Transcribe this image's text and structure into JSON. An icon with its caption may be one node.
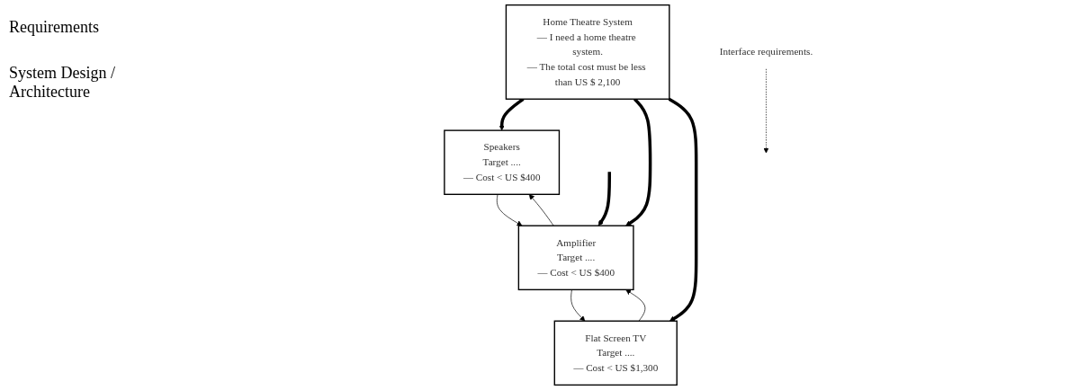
{
  "diagram": {
    "nodes": [
      {
        "text": [
          "Home Theatre System",
          "— I need a home theatre system.",
          "— The total cost must be less than US $ 2,100"
        ]
      },
      {
        "text": [
          "Speakers",
          "Target ....",
          "— Cost < US $400"
        ]
      },
      {
        "text": [
          "Amplifier",
          "Target ....",
          "— Cost < US $400"
        ]
      },
      {
        "text": [
          "Flat Screen TV",
          "Target ....",
          "— Cost < US $1,300"
        ]
      },
      {
        "text": [
          "Interface requirements."
        ]
      }
    ],
    "edges": [
      {
        "from": 0,
        "to": 1,
        "arrow": "to",
        "style": "thick"
      },
      {
        "from": 0,
        "to": 2,
        "arrow": "to",
        "style": "thick"
      },
      {
        "from": 0,
        "to": 3,
        "arrow": "to",
        "style": "thick"
      },
      {
        "from": 1,
        "to": 2,
        "arrow": "to"
      },
      {
        "from": 2,
        "to": 3,
        "arrow": "to"
      },
      {
        "from": 3,
        "to": 2,
        "arrow": "to"
      },
      {
        "from": 2,
        "to": 1,
        "arrow": "to"
      },
      {
        "from": null,
        "to": 2,
        "arrow": "to",
        "style": "thick"
      },
      {
        "from": 4,
        "to": null,
        "arrow": "to",
        "style": "dashed"
      }
    ],
    "labels": [
      "Requirements",
      "System Design / Architecture"
    ]
  }
}
